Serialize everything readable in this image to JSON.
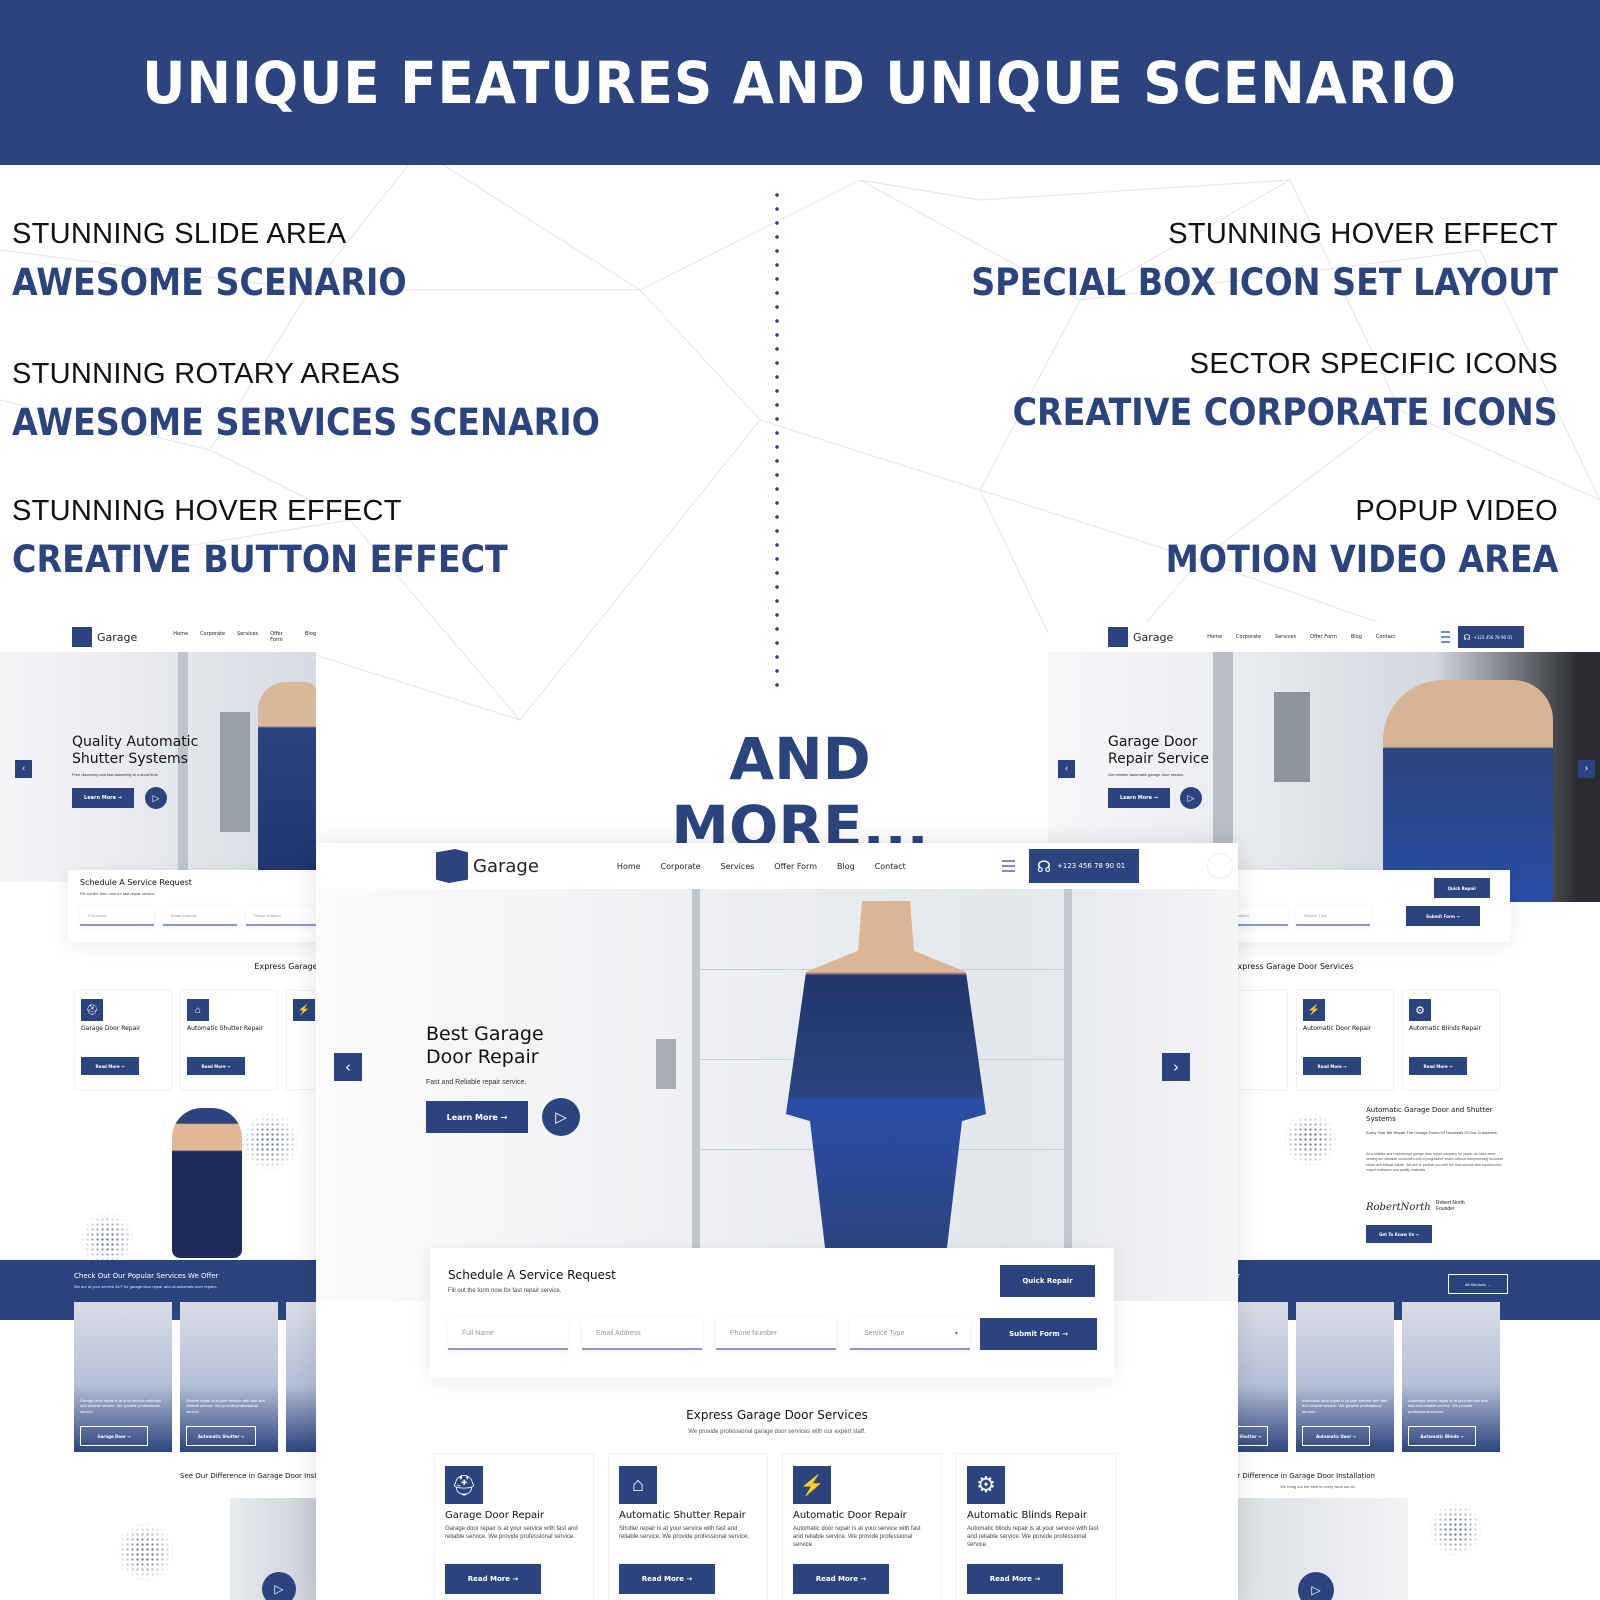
{
  "banner": {
    "title": "UNIQUE FEATURES AND UNIQUE SCENARIO"
  },
  "features_left": [
    {
      "sub": "STUNNING SLIDE AREA",
      "main": "AWESOME SCENARIO"
    },
    {
      "sub": "STUNNING ROTARY AREAS",
      "main": "AWESOME SERVICES SCENARIO"
    },
    {
      "sub": "STUNNING HOVER EFFECT",
      "main": "CREATIVE BUTTON EFFECT"
    }
  ],
  "features_right": [
    {
      "sub": "STUNNING HOVER EFFECT",
      "main": "SPECIAL BOX ICON SET LAYOUT"
    },
    {
      "sub": "SECTOR SPECIFIC ICONS",
      "main": "CREATIVE CORPORATE ICONS"
    },
    {
      "sub": "POPUP VIDEO",
      "main": "MOTION VIDEO AREA"
    }
  ],
  "and_more": "AND MORE...",
  "colors": {
    "brand": "#2c447e",
    "text": "#111111",
    "white": "#ffffff"
  },
  "site": {
    "logo": "Garage",
    "nav": [
      "Home",
      "Corporate",
      "Services",
      "Offer Form",
      "Blog",
      "Contact"
    ],
    "phone": "+123 456 78 90 01",
    "hero_center": {
      "title_line1": "Best Garage",
      "title_line2": "Door Repair",
      "subtitle": "Fast and Reliable repair service.",
      "cta": "Learn More →"
    },
    "hero_left": {
      "title_line1": "Quality Automatic",
      "title_line2": "Shutter Systems",
      "subtitle": "Free discovery and fast assembly in a short time.",
      "cta": "Learn More →"
    },
    "hero_right": {
      "title_line1": "Garage Door",
      "title_line2": "Repair Service",
      "subtitle": "Get reliable automatic garage door service.",
      "cta": "Learn More →"
    },
    "form": {
      "title": "Schedule A Service Request",
      "subtitle": "Fill out the form now for fast repair service.",
      "quick_repair": "Quick Repair",
      "full_name_placeholder": "Full Name",
      "email_placeholder": "Email Address",
      "phone_placeholder": "Phone Number",
      "service_type_placeholder": "Service Type",
      "submit": "Submit Form →"
    },
    "services": {
      "title": "Express Garage Door Services",
      "subtitle": "We provide professional garage door services with our expert staff.",
      "cards": [
        {
          "icon": "helmet-goggles-icon",
          "title": "Garage Door Repair",
          "desc": "Garage door repair is at your service with fast and reliable service. We provide professional service.",
          "cta": "Read More →"
        },
        {
          "icon": "house-shutter-icon",
          "title": "Automatic Shutter Repair",
          "desc": "Shutter repair is at your service with fast and reliable service. We provide professional service.",
          "cta": "Read More →"
        },
        {
          "icon": "electric-plug-icon",
          "title": "Automatic Door Repair",
          "desc": "Automatic door repair is at your service with fast and reliable service. We provide professional service.",
          "cta": "Read More →"
        },
        {
          "icon": "gear-icon",
          "title": "Automatic Blinds Repair",
          "desc": "Automatic blinds repair is at your service with fast and reliable service. We provide professional service.",
          "cta": "Read More →"
        }
      ]
    },
    "about": {
      "title": "Automatic Garage Door and Shutter Systems",
      "lead": "Every Year We Repair The Garage Doors Of Hundreds Of Our Customers.",
      "body": "As a reliable and experienced garage door repair company for years, we have been serving our valuable customers with a progressive vision without compromising business ethics and ethical values. We aim to provide you with the best service with experienced, expert craftsmen and quality materials.",
      "signature": "RobertNorth",
      "name": "Robert North",
      "role": "Founder",
      "cta": "Get To Know Us →"
    },
    "popular": {
      "title": "Check Out Our Popular Services We Offer",
      "subtitle": "We are at your service 24/7 for garage door repair and all automatic door repairs.",
      "all_services": "All Services →",
      "cards": [
        {
          "desc": "Garage door repair is at your service with fast and reliable service. We provide professional service.",
          "cta": "Garage Door →"
        },
        {
          "desc": "Shutter repair is at your service with fast and reliable service. We provide professional service.",
          "cta": "Automatic Shutter →"
        },
        {
          "desc": "Automatic door repair is at your service with fast and reliable service. We provide professional service.",
          "cta": "Automatic Door →"
        },
        {
          "desc": "Automatic blinds repair is at your service with fast and reliable service. We provide professional service.",
          "cta": "Automatic Blinds →"
        }
      ]
    },
    "difference": {
      "title": "See Our Difference in Garage Door Installation",
      "subtitle": "We bring out the best in every work we do."
    }
  }
}
